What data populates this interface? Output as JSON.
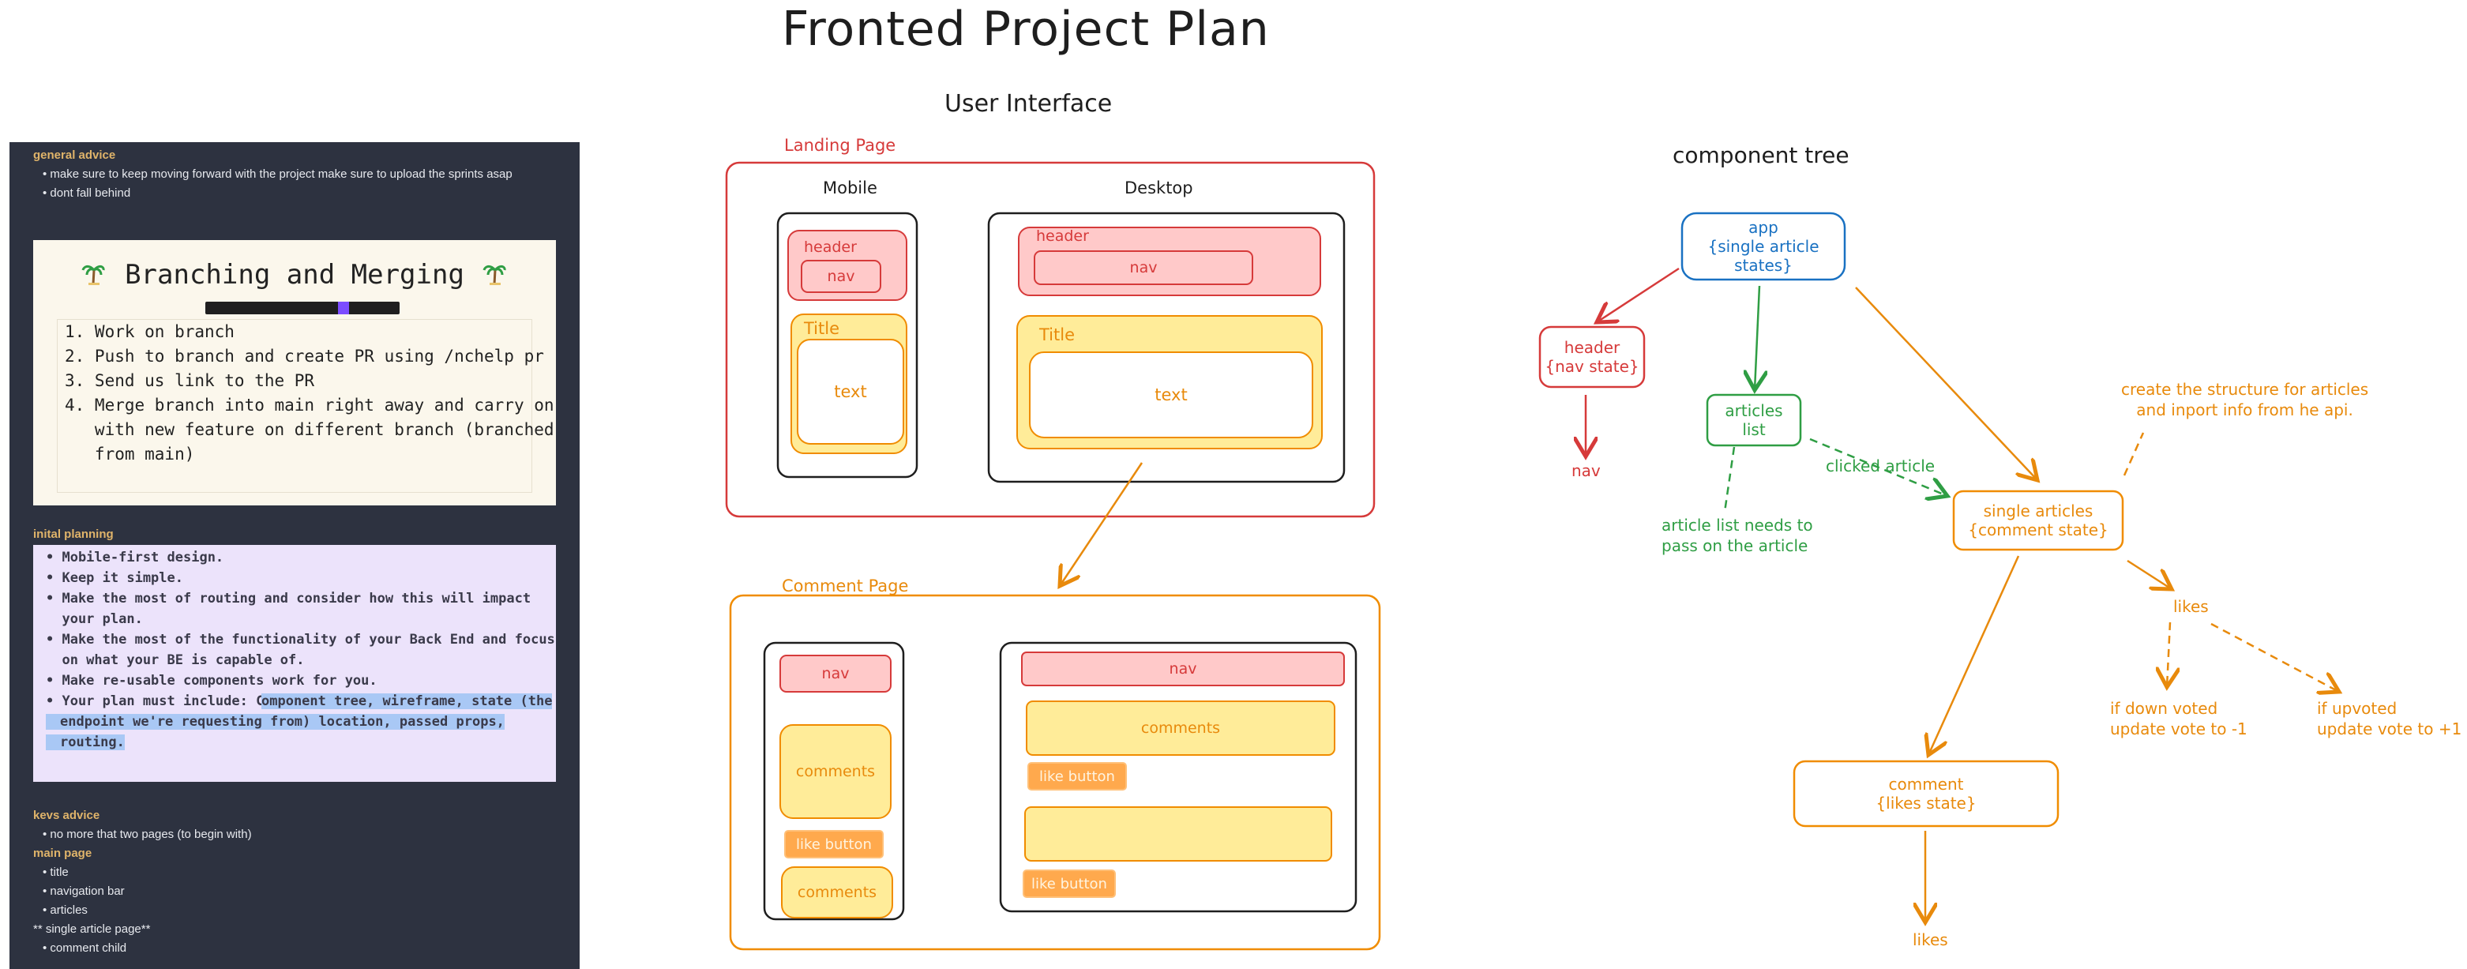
{
  "page_title": "Fronted Project Plan",
  "notes": {
    "general_advice": {
      "heading": "general advice",
      "items": [
        "make sure to keep moving forward with the project make sure to upload the sprints asap",
        "dont fall behind"
      ]
    },
    "branching": {
      "title": "Branching and Merging",
      "steps": [
        "1. Work on branch",
        "2. Push to branch and create PR using /nchelp pr",
        "3. Send us link to the PR",
        "4. Merge branch into main right away and carry on",
        "   with new feature on different branch (branched",
        "   from main)"
      ]
    },
    "initial_planning": {
      "heading": "inital planning",
      "lines": [
        "• Mobile-first design.",
        "• Keep it simple.",
        "• Make the most of routing and consider how this will impact",
        "  your plan.",
        "• Make the most of the functionality of your Back End and focus",
        "  on what your BE is capable of.",
        "• Make re-usable components work for you.",
        "• Your plan must include: C",
        "omponent tree, wireframe, state (the",
        "endpoint we're requesting from) location, passed props,",
        "routing."
      ]
    },
    "kevs_advice": {
      "heading": "kevs advice",
      "items": [
        "no more that two pages (to begin with)"
      ]
    },
    "main_page": {
      "heading": "main page",
      "items": [
        "title",
        "navigation bar",
        "articles"
      ]
    },
    "single_article": {
      "heading": "** single article page**",
      "items": [
        "comment child"
      ]
    }
  },
  "ui": {
    "title": "User Interface",
    "landing_page": {
      "label": "Landing Page",
      "mobile_label": "Mobile",
      "desktop_label": "Desktop",
      "header": "header",
      "nav": "nav",
      "title": "Title",
      "text": "text"
    },
    "comment_page": {
      "label": "Comment Page",
      "nav": "nav",
      "comments": "comments",
      "like_button": "like button"
    }
  },
  "tree": {
    "title": "component tree",
    "app": [
      "app",
      "{single article",
      "states}"
    ],
    "header": [
      "header",
      "{nav state}"
    ],
    "nav": "nav",
    "articles_list": [
      "articles",
      "list"
    ],
    "clicked_article": "clicked article",
    "article_note": [
      "article list needs to",
      "pass on the article"
    ],
    "structure_note": [
      "create the structure for articles",
      "and inport info from he api."
    ],
    "single_articles": [
      "single articles",
      "{comment state}"
    ],
    "likes": "likes",
    "down_voted": [
      "if down voted",
      "update vote to -1"
    ],
    "upvoted": [
      "if upvoted",
      "update vote to +1"
    ],
    "comment": [
      "comment",
      "{likes state}"
    ],
    "comment_likes": "likes"
  },
  "colors": {
    "red": "#d63a3a",
    "orange": "#e88a0c",
    "green": "#2f9e44",
    "blue": "#1971c2",
    "panel": "#2d3240"
  }
}
